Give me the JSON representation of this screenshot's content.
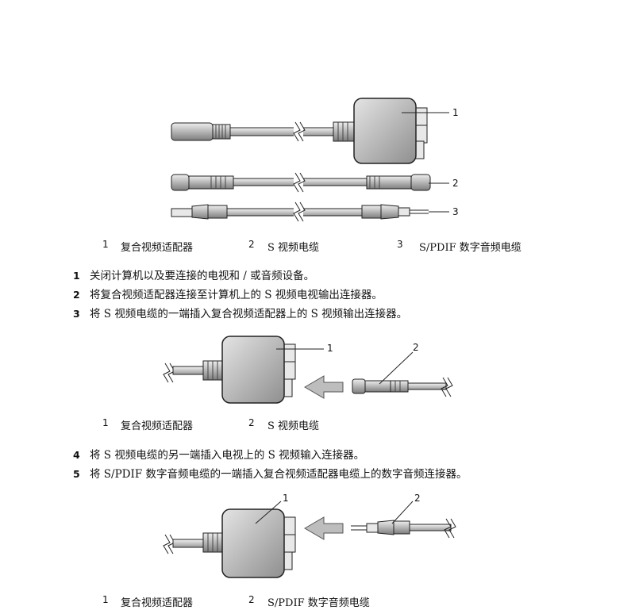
{
  "figure1": {
    "callouts": [
      "1",
      "2",
      "3"
    ],
    "legend": [
      {
        "num": "1",
        "label": "复合视频适配器"
      },
      {
        "num": "2",
        "label": "S 视频电缆"
      },
      {
        "num": "3",
        "label": "S/PDIF 数字音频电缆"
      }
    ]
  },
  "steps_a": [
    {
      "num": "1",
      "text": "关闭计算机以及要连接的电视和 / 或音频设备。"
    },
    {
      "num": "2",
      "text": "将复合视频适配器连接至计算机上的 S 视频电视输出连接器。"
    },
    {
      "num": "3",
      "text": "将 S 视频电缆的一端插入复合视频适配器上的 S 视频输出连接器。"
    }
  ],
  "figure2": {
    "callouts": [
      "1",
      "2"
    ],
    "legend": [
      {
        "num": "1",
        "label": "复合视频适配器"
      },
      {
        "num": "2",
        "label": "S 视频电缆"
      }
    ]
  },
  "steps_b": [
    {
      "num": "4",
      "text": "将 S 视频电缆的另一端插入电视上的 S 视频输入连接器。"
    },
    {
      "num": "5",
      "text": "将 S/PDIF 数字音频电缆的一端插入复合视频适配器电缆上的数字音频连接器。"
    }
  ],
  "figure3": {
    "callouts": [
      "1",
      "2"
    ],
    "legend": [
      {
        "num": "1",
        "label": "复合视频适配器"
      },
      {
        "num": "2",
        "label": "S/PDIF 数字音频电缆"
      }
    ]
  }
}
